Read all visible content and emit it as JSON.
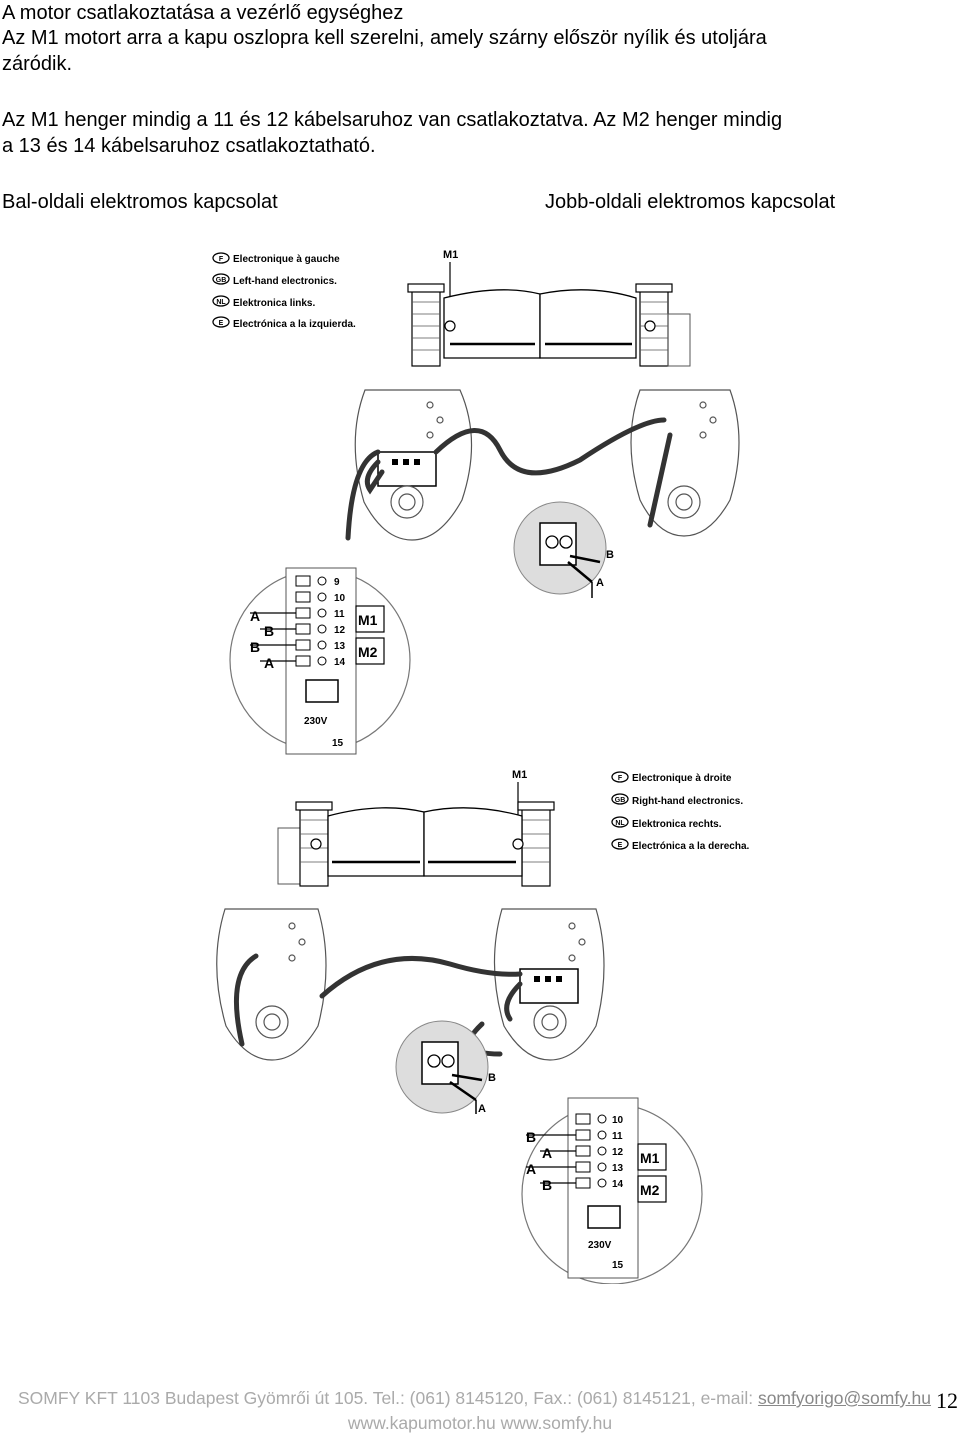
{
  "heading": {
    "line1": "A motor csatlakoztatása a vezérlő egységhez",
    "line2": "Az M1 motort arra a kapu oszlopra kell szerelni, amely szárny először nyílik és utoljára",
    "line3": "záródik."
  },
  "paragraph": {
    "line1": "Az M1 henger  mindig a 11 és 12 kábelsaruhoz van csatlakoztatva. Az M2 henger mindig",
    "line2": "a 13 és 14 kábelsaruhoz csatlakoztatható."
  },
  "columns": {
    "left": "Bal-oldali elektromos kapcsolat",
    "right": "Jobb-oldali elektromos kapcsolat"
  },
  "diagram_left": {
    "motor_label": "M1",
    "legend": [
      {
        "code": "F",
        "text": "Electronique à gauche"
      },
      {
        "code": "GB",
        "text": "Left-hand electronics."
      },
      {
        "code": "NL",
        "text": "Elektronica links."
      },
      {
        "code": "E",
        "text": "Electrónica a la izquierda."
      }
    ],
    "connector_labels": {
      "b": "B",
      "a": "A"
    },
    "terminals": [
      "9",
      "10",
      "11",
      "12",
      "13",
      "14"
    ],
    "wire_labels": [
      "A",
      "B",
      "B",
      "A"
    ],
    "motor_m1": "M1",
    "motor_m2": "M2",
    "power": "230V",
    "fuse": "15"
  },
  "diagram_right": {
    "motor_label": "M1",
    "legend": [
      {
        "code": "F",
        "text": "Electronique à droite"
      },
      {
        "code": "GB",
        "text": "Right-hand electronics."
      },
      {
        "code": "NL",
        "text": "Elektronica rechts."
      },
      {
        "code": "E",
        "text": "Electrónica a la derecha."
      }
    ],
    "connector_labels": {
      "b": "B",
      "a": "A"
    },
    "terminals": [
      "10",
      "11",
      "12",
      "13",
      "14"
    ],
    "wire_labels": [
      "B",
      "A",
      "A",
      "B"
    ],
    "motor_m1": "M1",
    "motor_m2": "M2",
    "power": "230V",
    "fuse": "15"
  },
  "footer": {
    "company": "SOMFY KFT 1103 Budapest Gyömrői út 105. Tel.: (061) 8145120, Fax.: (061) 8145121, e-mail: ",
    "email": "somfyorigo@somfy.hu",
    "websites": "www.kapumotor.hu www.somfy.hu",
    "page_number": "12"
  }
}
